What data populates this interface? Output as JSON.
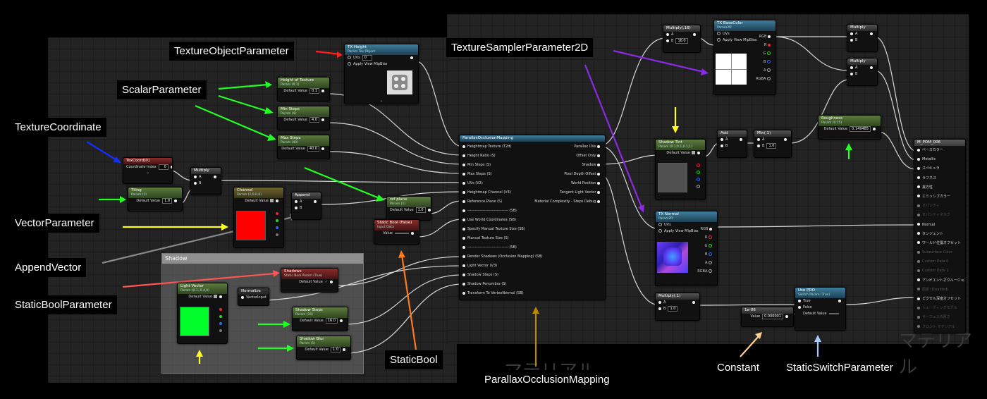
{
  "labels": {
    "texture_object_parameter": "TextureObjectParameter",
    "texture_sampler_parameter_2d": "TextureSamplerParameter2D",
    "scalar_parameter": "ScalarParameter",
    "texture_coordinate": "TextureCoordinate",
    "vector_parameter": "VectorParameter",
    "append_vector": "AppendVector",
    "static_bool_parameter": "StaticBoolParameter",
    "static_bool": "StaticBool",
    "parallax_occlusion_mapping": "ParallaxOcclusionMapping",
    "constant": "Constant",
    "static_switch_parameter": "StaticSwitchParameter"
  },
  "colors": {
    "arrow_red": "#ff2020",
    "arrow_green": "#22ff22",
    "arrow_blue": "#1030ff",
    "arrow_yellow": "#ffff22",
    "arrow_gray": "#888888",
    "arrow_salmon": "#ff5555",
    "arrow_orange": "#ff7a1a",
    "arrow_purple": "#8a2be2",
    "arrow_olive": "#b88a00",
    "arrow_peach": "#ffcf8f",
    "arrow_lightblue": "#a8c8ff"
  },
  "nodes": {
    "tx_height": {
      "title": "TX Height",
      "sub": "Param Tex Object",
      "uvs": "UVs",
      "uvs_val": "0",
      "apply": "Apply View MipBias"
    },
    "height_of_texture": {
      "title": "Height of Texture",
      "sub": "Param (0.1)",
      "label": "Default Value",
      "value": "0.1"
    },
    "min_steps": {
      "title": "Min Steps",
      "sub": "Param (4)",
      "label": "Default Value",
      "value": "4.0"
    },
    "max_steps": {
      "title": "Max Steps",
      "sub": "Param (40)",
      "label": "Default Value",
      "value": "40.0"
    },
    "texcoord": {
      "title": "TexCoord[0]",
      "label": "Coordinate Index",
      "value": "0"
    },
    "tiling": {
      "title": "Tiling",
      "sub": "Param (1)",
      "label": "Default Value",
      "value": "1.0"
    },
    "multiply_a": {
      "title": "Multiply",
      "a": "A",
      "b": "B"
    },
    "channel": {
      "title": "Channel",
      "sub": "Param (1,0,0,0)",
      "label": "Default Value"
    },
    "append": {
      "title": "Append",
      "a": "A",
      "b": "B"
    },
    "ref_plane": {
      "title": "ref plane",
      "sub": "Param (1)",
      "label": "Default Value",
      "value": "1.0"
    },
    "static_bool_false": {
      "title": "Static Bool (False)",
      "sub": "Input Data",
      "label": "Value"
    },
    "pom": {
      "title": "ParallaxOcclusionMapping",
      "inputs": [
        "Heightmap Texture (T2d)",
        "Height Ratio (S)",
        "Min Steps (S)",
        "Max Steps (S)",
        "UVs (V2)",
        "Heightmap Channel (V4)",
        "Reference Plane (S)",
        "-------------------------------- (SB)",
        "Use World Coordinates (SB)",
        "Specify Manual Texture Size (SB)",
        "Manual Texture Size (S)",
        "-------------------------------- (SB)",
        "Render Shadows (Occlusion Mapping) (SB)",
        "Light Vector (V3)",
        "Shadow Steps (S)",
        "Shadow Penumbra (S)",
        "Transform To VertexNormal (SB)"
      ],
      "outputs": [
        "Parallax UVs",
        "Offset Only",
        "Shadow",
        "Pixel Depth Offset",
        "World Position",
        "Tangent Light Vector",
        "Material Complexity - Steps Debug"
      ]
    },
    "multiply_16": {
      "title": "Multiply(,16)",
      "a": "A",
      "b": "B",
      "b_val": "16.0"
    },
    "tx_basecolor": {
      "title": "TX BaseColor",
      "sub": "Param2D",
      "uvs": "UVs",
      "apply": "Apply View MipBias",
      "outs": [
        "RGB",
        "R",
        "G",
        "B",
        "A",
        "RGBA"
      ]
    },
    "multiply_r1": {
      "title": "Multiply",
      "a": "A",
      "b": "B"
    },
    "multiply_r2": {
      "title": "Multiply",
      "a": "A",
      "b": "B"
    },
    "shadow_tint": {
      "title": "Shadow Tint",
      "sub": "Param (0.1,0.1,0.1,1)",
      "label": "Default Value"
    },
    "add": {
      "title": "Add",
      "a": "A",
      "b": "B"
    },
    "min1": {
      "title": "Min(,1)",
      "a": "A",
      "b": "B",
      "b_val": "1.0"
    },
    "roughness": {
      "title": "Roughness",
      "sub": "Param (0.15)",
      "label": "Default Value",
      "value": "0.149485"
    },
    "tx_normal": {
      "title": "TX Normal",
      "sub": "Param2D",
      "uvs": "UVs",
      "apply": "Apply View MipBias",
      "outs": [
        "RGB",
        "R",
        "G",
        "B",
        "A",
        "RGBA"
      ]
    },
    "multiply_1": {
      "title": "Multiply(,1)",
      "a": "A",
      "b": "B",
      "b_val": "1.0"
    },
    "constant": {
      "title": "1e-06",
      "label": "Value",
      "value": "0.000001"
    },
    "use_pdo": {
      "title": "Use PDO",
      "sub": "Switch Param (True)",
      "t": "True",
      "f": "False",
      "label": "Default Value"
    },
    "material": {
      "title": "M_POM_006",
      "pins": [
        "ベースカラー",
        "Metallic",
        "スペキュラ",
        "ラフネス",
        "異方性",
        "エミッシブカラー",
        "オパシティ",
        "オパシティマスク",
        "Normal",
        "タンジェント",
        "ワールド位置オフセット",
        "Subsurface Color",
        "Custom Data 0",
        "Custom Data 1",
        "アンビエントオクルージョン",
        "屈折 (Disabled)",
        "ピクセル深度オフセット",
        "シェーディングモデル",
        "サーフェスの厚さ",
        "フロント マテリアル"
      ],
      "active": [
        0,
        1,
        2,
        3,
        4,
        5,
        8,
        9,
        10,
        14,
        16
      ]
    },
    "shadow_comment": "Shadow",
    "light_vector": {
      "title": "Light Vector",
      "sub": "Param (0,1,-0.4,0)",
      "label": "Default Value"
    },
    "normalize": {
      "title": "Normalize",
      "input": "VectorInput"
    },
    "shadows": {
      "title": "Shadows",
      "sub": "Static Bool Param (True)",
      "label": "Default Value"
    },
    "shadow_steps": {
      "title": "Shadow Steps",
      "sub": "Param (16)",
      "label": "Default Value",
      "value": "16.0"
    },
    "shadow_blur": {
      "title": "Shadow Blur",
      "sub": "Param (1)",
      "label": "Default Value",
      "value": "1.0"
    }
  },
  "watermark": "マテリアル"
}
